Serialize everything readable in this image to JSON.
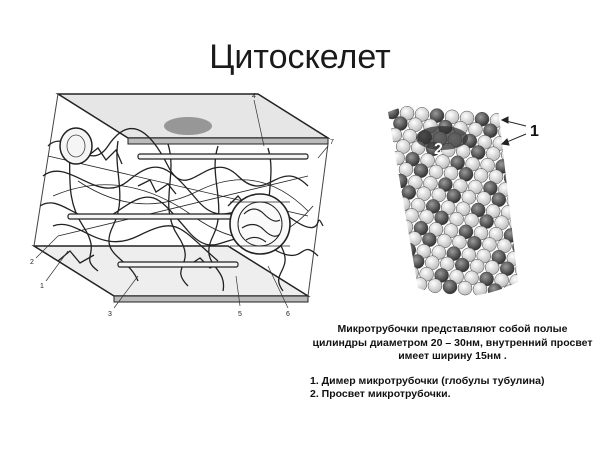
{
  "title": "Цитоскелет",
  "left_figure": {
    "callouts": [
      "1",
      "2",
      "3",
      "4",
      "5",
      "6",
      "7"
    ]
  },
  "right_figure": {
    "labels": [
      "1",
      "2"
    ]
  },
  "caption": {
    "description": "Микротрубочки представляют собой полые цилиндры диаметром 20 – 30нм, внутренний просвет имеет ширину 15нм .",
    "items": [
      "1. Димер микротрубочки (глобулы тубулина)",
      "2. Просвет микротрубочки."
    ]
  }
}
